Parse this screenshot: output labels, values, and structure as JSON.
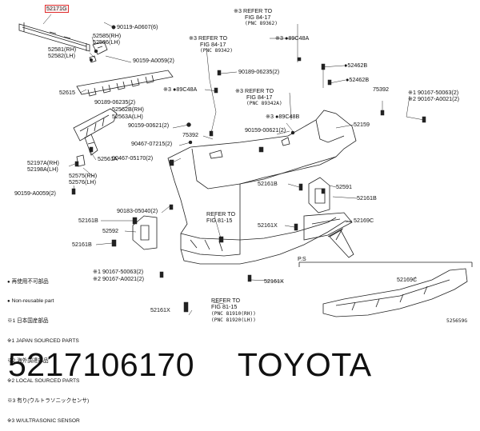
{
  "labels": {
    "part_52171": "52171G",
    "p_90119": "90119-A0607(6)",
    "p_52585": "52585(RH)",
    "p_52586": "52586(LH)",
    "p_52581": "52581(RH)",
    "p_52582": "52582(LH)",
    "p_90159_a0059": "90159-A0059(2)",
    "p_52615": "52615",
    "p_90189_06235_2a": "90189-06235(2)",
    "p_52562b": "52562B(RH)",
    "p_52563a": "52563A(LH)",
    "p_90159_00621": "90159-00621(2)",
    "p_90467_07215": "90467-07215(2)",
    "p_90467_05170": "90467-05170(2)",
    "p_52561a": "52561A",
    "p_52197a": "52197A(RH)",
    "p_52198a": "52198A(LH)",
    "p_52575": "52575(RH)",
    "p_52576": "52576(LH)",
    "p_90159_a0059b": "90159-A0059(2)",
    "p_90183_05040": "90183-05040(2)",
    "p_52161b_a": "52161B",
    "p_52592": "52592",
    "p_52161b_b": "52161B",
    "p_89c48a_top": "※3 ●89C48A",
    "p_52462b_a": "●52462B",
    "p_52462b_b": "●52462B",
    "p_75392_a": "75392",
    "p_90167_50063_a": "※1 90167-50063(2)",
    "p_90167_a0021_a": "※2 90167-A0021(2)",
    "p_90189_06235_2b": "90189-06235(2)",
    "p_89c48a_mid": "※3 ●89C48A",
    "p_89c48b": "※3 ●89C48B",
    "p_90159_00621_b": "90159-00621(2)",
    "p_52159": "52159",
    "p_75392_b": "75392",
    "p_52161b_c": "52161B",
    "p_52591": "52591",
    "p_52161b_d": "52161B",
    "p_52161x_a": "52161X",
    "p_52169c_a": "52169C",
    "p_90167_50063_b": "※1 90167-50063(2)",
    "p_90167_a0021_b": "※2 90167-A0021(2)",
    "p_52161x_b": "52161X",
    "p_52161x_c": "52161X",
    "p_52169c_b": "52169C",
    "ps": "P.S",
    "ref_1a": "※3 REFER TO",
    "ref_1b": "FIG 84-17",
    "ref_1c": "(PNC 89362)",
    "ref_2a": "※3 REFER TO",
    "ref_2b": "FIG 84-17",
    "ref_2c": "(PNC 89342)",
    "ref_3a": "※3 REFER TO",
    "ref_3b": "FIG 84-17",
    "ref_3c": "(PNC 89342A)",
    "ref_4a": "REFER TO",
    "ref_4b": "FIG 81-15",
    "ref_5a": "REFER TO",
    "ref_5b": "FIG 81-15",
    "ref_5c": "(PNC 81910(RH))",
    "ref_5d": "(PNC 81920(LH))",
    "fig_code": "525659G"
  },
  "legend": {
    "l1": "再使用不可部品",
    "l2": "Non-reusable part",
    "l3": "※1 日本国産部品",
    "l4": "※1 JAPAN SOURCED PARTS",
    "l5": "※2 海外調達部品",
    "l6": "※2 LOCAL SOURCED PARTS",
    "l7": "※3 有り(ウルトラソニックセンサ)",
    "l8": "※3 W/ULTRASONIC SENSOR"
  },
  "caption": {
    "part_number": "5217106170",
    "brand": "TOYOTA"
  },
  "colors": {
    "line": "#222222",
    "highlight": "#e03030"
  }
}
